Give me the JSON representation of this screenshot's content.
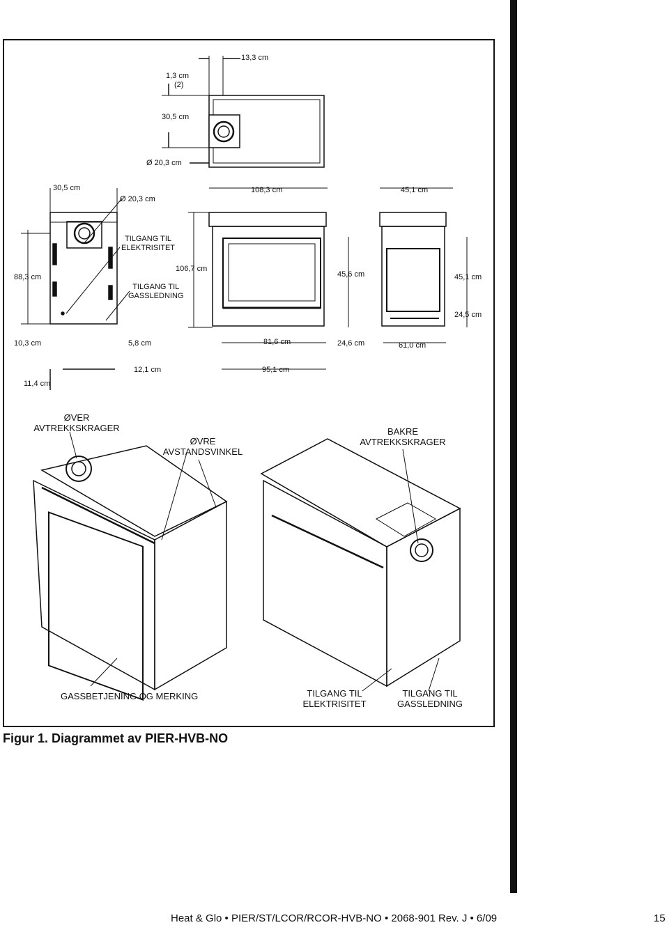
{
  "dims": {
    "top_13_3": "13,3 cm",
    "top_1_3": "1,3 cm",
    "top_1_3_note": "(2)",
    "top_30_5": "30,5 cm",
    "top_dia_20_3": "Ø 20,3 cm",
    "side_30_5": "30,5 cm",
    "side_dia_20_3": "Ø 20,3 cm",
    "front_108_3": "108,3 cm",
    "end_45_1_top": "45,1 cm",
    "side_88_3": "88,3 cm",
    "side_106_7": "106,7 cm",
    "front_45_6": "45,6 cm",
    "end_45_1": "45,1 cm",
    "end_24_5": "24,5 cm",
    "side_10_3": "10,3 cm",
    "side_5_8": "5,8 cm",
    "front_81_6": "81,6 cm",
    "front_24_6": "24,6 cm",
    "end_61_0": "61,0  cm",
    "side_12_1": "12,1 cm",
    "front_95_1": "95,1 cm",
    "side_11_4": "11,4 cm"
  },
  "labels": {
    "electric_access": "TILGANG TIL\nELEKTRISITET",
    "gas_access": "TILGANG TIL\nGASSLEDNING",
    "upper_collars": "ØVER\nAVTREKKSKRAGER",
    "upper_standoff": "ØVRE\nAVSTANDSVINKEL",
    "rear_collars": "BAKRE\nAVTREKKSKRAGER",
    "gas_controls": "GASSBETJENING OG MERKING",
    "electric_access_bottom": "TILGANG TIL\nELEKTRISITET",
    "gas_access_bottom": "TILGANG TIL\nGASSLEDNING"
  },
  "caption": "Figur 1.  Diagrammet av PIER-HVB-NO",
  "footer": {
    "text": "Heat & Glo  •  PIER/ST/LCOR/RCOR-HVB-NO  •  2068-901  Rev. J  •  6/09",
    "page_number": "15"
  }
}
